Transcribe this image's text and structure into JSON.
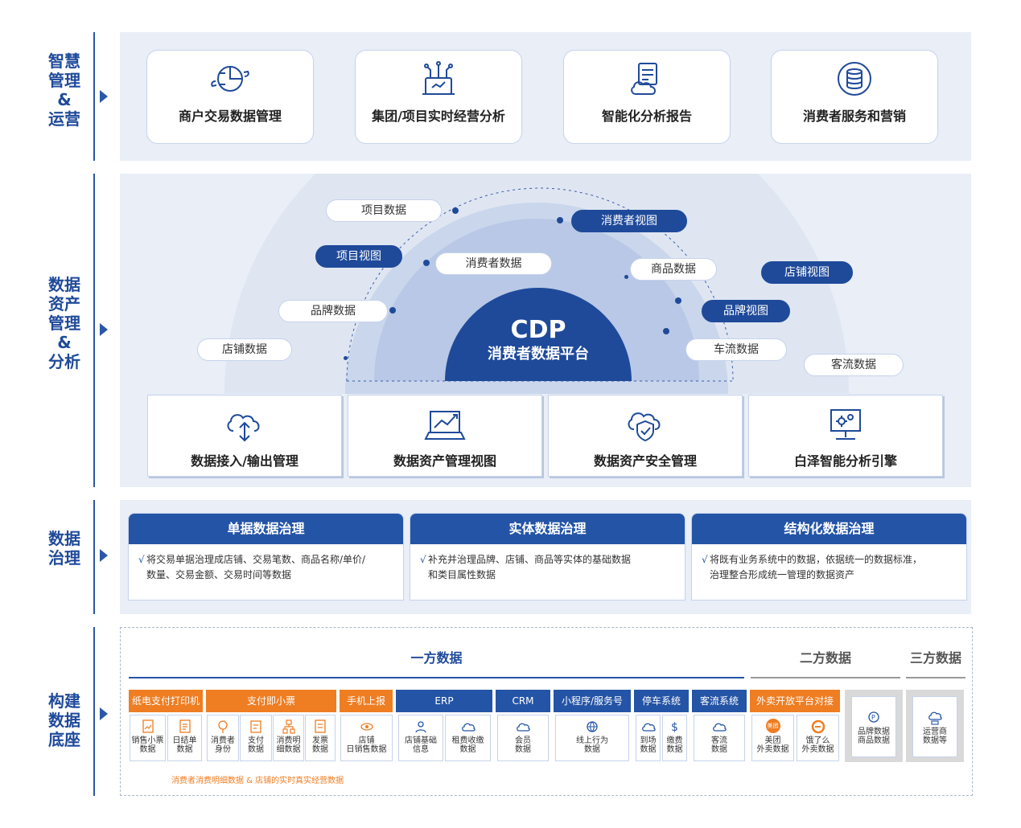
{
  "rows": [
    {
      "label_lines": [
        "智慧",
        "管理",
        "&",
        "运营"
      ]
    },
    {
      "label_lines": [
        "数据",
        "资产",
        "管理",
        "&",
        "分析"
      ]
    },
    {
      "label_lines": [
        "数据",
        "治理"
      ]
    },
    {
      "label_lines": [
        "构建",
        "数据",
        "底座"
      ]
    }
  ],
  "smart_cards": [
    {
      "label": "商户交易数据管理",
      "icon": "transaction-cycle-icon"
    },
    {
      "label": "集团/项目实时经营分析",
      "icon": "tablet-network-icon"
    },
    {
      "label": "智能化分析报告",
      "icon": "cloud-document-icon"
    },
    {
      "label": "消费者服务和营销",
      "icon": "database-icon"
    }
  ],
  "cdp": {
    "title": "CDP",
    "subtitle": "消费者数据平台",
    "tags": [
      "项目数据",
      "消费者视图",
      "项目视图",
      "消费者数据",
      "商品数据",
      "店铺视图",
      "品牌数据",
      "品牌视图",
      "店铺数据",
      "车流数据",
      "客流数据"
    ]
  },
  "asset_cards": [
    {
      "label": "数据接入/输出管理",
      "icon": "cloud-upload-icon"
    },
    {
      "label": "数据资产管理视图",
      "icon": "laptop-chart-icon"
    },
    {
      "label": "数据资产安全管理",
      "icon": "cloud-shield-icon"
    },
    {
      "label": "白泽智能分析引擎",
      "icon": "monitor-gear-icon"
    }
  ],
  "governance": [
    {
      "title": "单据数据治理",
      "lines": [
        "将交易单据治理成店铺、交易笔数、商品名称/单价/",
        "数量、交易金额、交易时间等数据"
      ]
    },
    {
      "title": "实体数据治理",
      "lines": [
        "补充并治理品牌、店铺、商品等实体的基础数据",
        "和类目属性数据"
      ]
    },
    {
      "title": "结构化数据治理",
      "lines": [
        "将既有业务系统中的数据，依据统一的数据标准，",
        "治理整合形成统一管理的数据资产"
      ]
    }
  ],
  "foundation": {
    "first_party": "一方数据",
    "second_party": "二方数据",
    "third_party": "三方数据",
    "sources": [
      "纸电支付打印机",
      "支付即小票",
      "手机上报",
      "ERP",
      "CRM",
      "小程序/服务号",
      "停车系统",
      "客流系统",
      "外卖开放平台对接"
    ],
    "tiles": [
      [
        "销售小票",
        "数据"
      ],
      [
        "日结单",
        "数据"
      ],
      [
        "消费者",
        "身份"
      ],
      [
        "支付",
        "数据"
      ],
      [
        "消费明",
        "细数据"
      ],
      [
        "发票",
        "数据"
      ],
      [
        "店铺",
        "日销售数据"
      ],
      [
        "店铺基础",
        "信息"
      ],
      [
        "租费收缴",
        "数据"
      ],
      [
        "会员",
        "数据"
      ],
      [
        "线上行为",
        "数据"
      ],
      [
        "到场",
        "数据"
      ],
      [
        "缴费",
        "数据"
      ],
      [
        "客流",
        "数据"
      ],
      [
        "美团",
        "外卖数据"
      ],
      [
        "饿了么",
        "外卖数据"
      ]
    ],
    "meituan_badge": "美团",
    "second_tile": [
      "品牌数据",
      "商品数据"
    ],
    "third_tile": [
      "运营商",
      "数据等"
    ],
    "note": "消费者消费明细数据 & 店铺的实时真实经营数据"
  },
  "colors": {
    "primary": "#1f4a9a",
    "header": "#2454a6",
    "orange": "#ef7d22",
    "band": "#e9eef7"
  }
}
